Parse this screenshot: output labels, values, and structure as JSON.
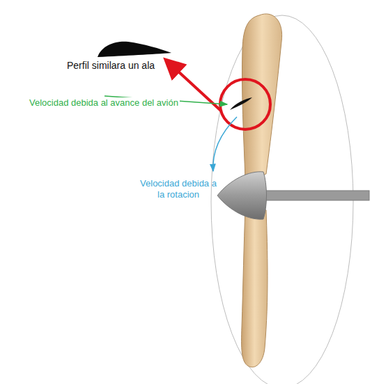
{
  "diagram": {
    "labels": [
      "Perfil similara un ala",
      "Velocidad debida al avance del avión",
      "Velocidad debida a la rotacion"
    ]
  }
}
